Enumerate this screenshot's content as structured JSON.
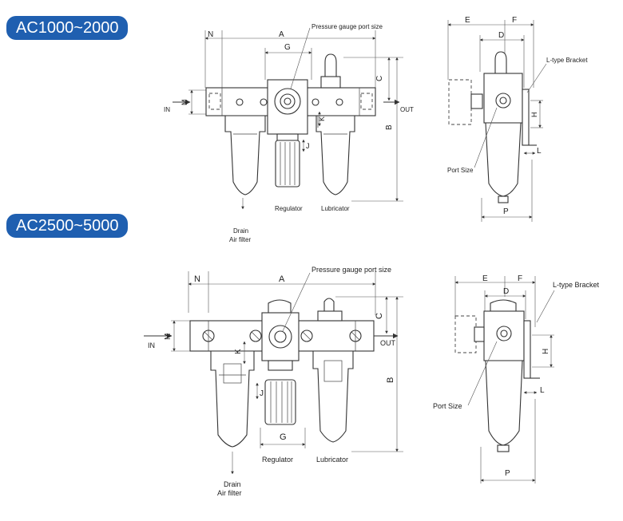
{
  "sections": [
    {
      "title": "AC1000~2000",
      "front_labels": {
        "A": "A",
        "N": "N",
        "G": "G",
        "C": "C",
        "B": "B",
        "M": "M",
        "K": "K",
        "J": "J",
        "IN": "IN",
        "OUT": "OUT",
        "pressure_gauge": "Pressure gauge port size",
        "regulator": "Regulator",
        "lubricator": "Lubricator",
        "drain": "Drain",
        "air_filter": "Air filter"
      },
      "side_labels": {
        "E": "E",
        "F": "F",
        "D": "D",
        "H": "H",
        "L": "L",
        "P": "P",
        "bracket": "L-type Bracket",
        "port_size": "Port Size"
      }
    },
    {
      "title": "AC2500~5000",
      "front_labels": {
        "A": "A",
        "N": "N",
        "G": "G",
        "C": "C",
        "B": "B",
        "M": "M",
        "K": "K",
        "J": "J",
        "IN": "IN",
        "OUT": "OUT",
        "pressure_gauge": "Pressure gauge port size",
        "regulator": "Regulator",
        "lubricator": "Lubricator",
        "drain": "Drain",
        "air_filter": "Air filter"
      },
      "side_labels": {
        "E": "E",
        "F": "F",
        "D": "D",
        "H": "H",
        "L": "L",
        "P": "P",
        "bracket": "L-type Bracket",
        "port_size": "Port Size"
      }
    }
  ]
}
